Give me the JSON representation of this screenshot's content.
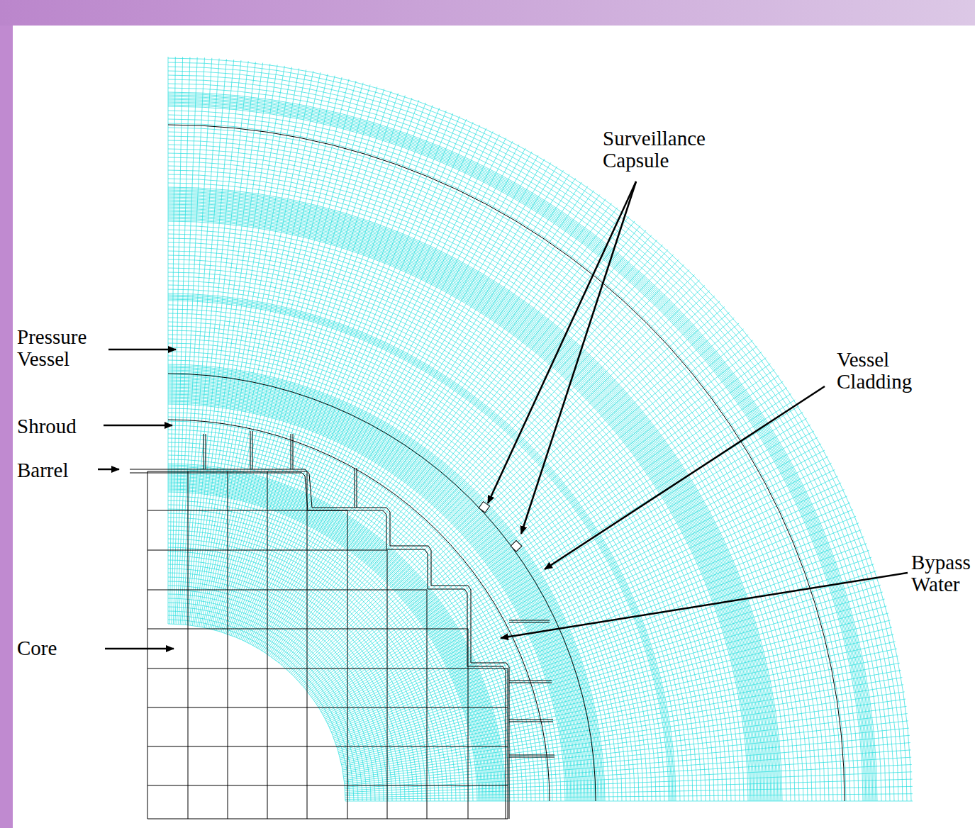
{
  "diagram": {
    "labels": [
      "Surveillance Capsule",
      "Pressure Vessel",
      "Vessel Cladding",
      "Shroud",
      "Barrel",
      "Bypass Water",
      "Core"
    ]
  }
}
